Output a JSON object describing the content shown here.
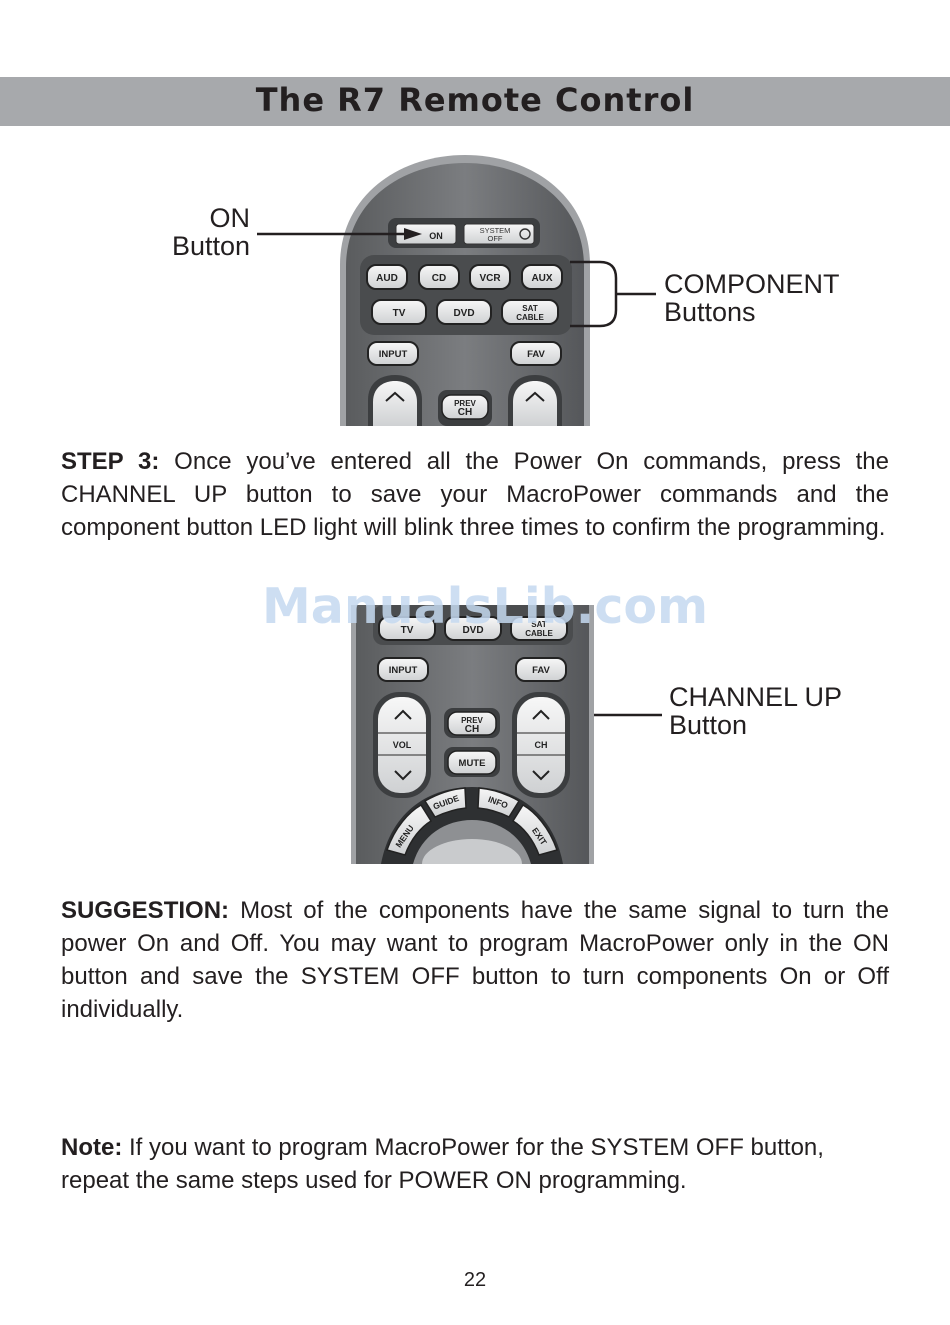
{
  "header": {
    "title": "The R7 Remote Control"
  },
  "figure1": {
    "callout_on": [
      "ON",
      "Button"
    ],
    "callout_component": [
      "COMPONENT",
      "Buttons"
    ],
    "remote_buttons": {
      "on": "ON",
      "system_off": [
        "SYSTEM",
        "OFF"
      ],
      "aud": "AUD",
      "cd": "CD",
      "vcr": "VCR",
      "aux": "AUX",
      "tv": "TV",
      "dvd": "DVD",
      "sat_cable": [
        "SAT",
        "CABLE"
      ],
      "input": "INPUT",
      "fav": "FAV",
      "prev_ch": [
        "PREV",
        "CH"
      ]
    }
  },
  "step3": {
    "label": "STEP 3:",
    "text": " Once you’ve entered all the Power On commands, press the CHANNEL UP button to save your MacroPower commands and the component button LED light will blink three times to confirm the programming."
  },
  "watermark": "ManualsLib.com",
  "figure2": {
    "callout_channel_up": [
      "CHANNEL UP",
      "Button"
    ],
    "remote_buttons": {
      "tv": "TV",
      "dvd": "DVD",
      "sat_cable": [
        "SAT",
        "CABLE"
      ],
      "input": "INPUT",
      "fav": "FAV",
      "prev_ch": [
        "PREV",
        "CH"
      ],
      "vol": "VOL",
      "ch": "CH",
      "mute": "MUTE",
      "menu": "MENU",
      "guide": "GUIDE",
      "info": "INFO",
      "exit": "EXIT"
    }
  },
  "suggestion": {
    "label": "SUGGESTION:",
    "text": " Most of the components have the same signal to turn the power On and Off. You may want to program MacroPower only in the ON button and save the SYSTEM OFF  button to turn components On or Off individually."
  },
  "note": {
    "label": "Note:",
    "text": " If you want to program MacroPower for the SYSTEM OFF button, repeat the same steps used for POWER ON programming."
  },
  "footer": {
    "page_number": "22"
  }
}
